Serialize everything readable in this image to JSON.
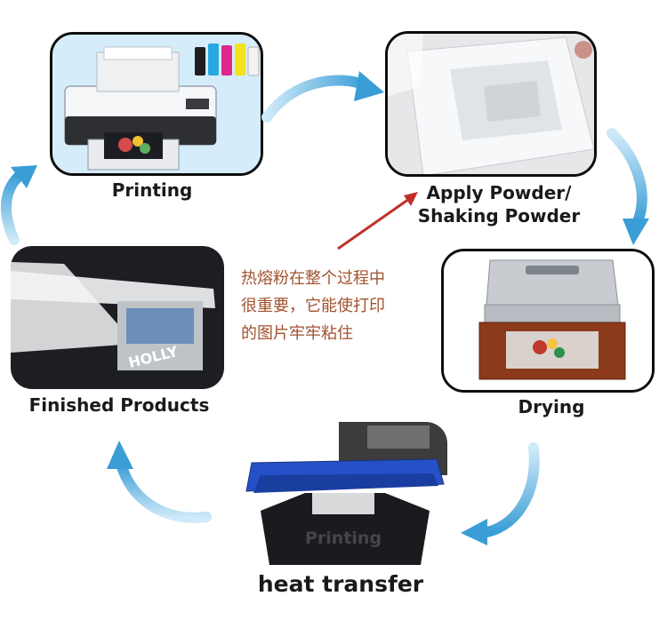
{
  "steps": {
    "printing": {
      "label": "Printing"
    },
    "apply_powder": {
      "label_line1": "Apply Powder/",
      "label_line2": "Shaking Powder"
    },
    "drying": {
      "label": "Drying"
    },
    "heat_transfer": {
      "label": "heat transfer",
      "overlay_text": "Printing"
    },
    "finished": {
      "label": "Finished Products"
    }
  },
  "note": {
    "lines": [
      "热熔粉在整个过程中",
      "很重要，它能使打印",
      "的图片牢牢粘住"
    ]
  },
  "colors": {
    "card_border": "#0d0d0d",
    "cycle_arrow": "#4aa6d8",
    "note_arrow": "#c0302a",
    "note_text": "#a0522d"
  },
  "icons": [
    "printer-icon",
    "ink-bottles-icon",
    "powder-sheet-icon",
    "dryer-oven-icon",
    "heat-press-icon",
    "tshirt-icon"
  ]
}
